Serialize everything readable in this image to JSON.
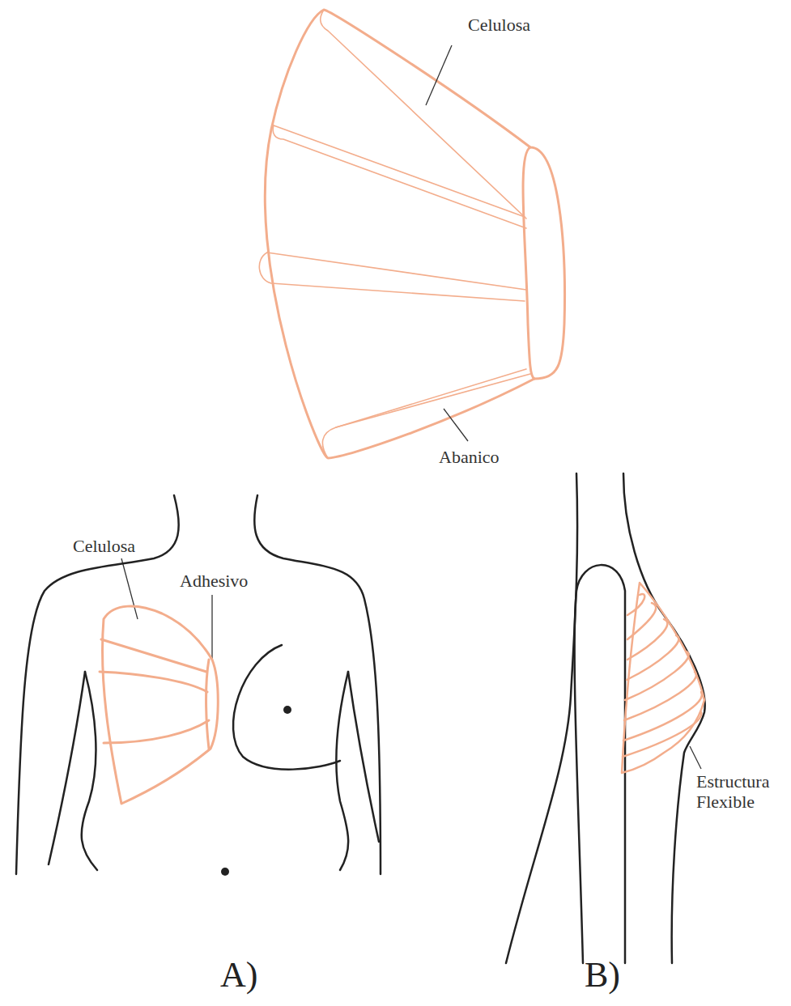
{
  "diagram": {
    "labels": [
      "Celulosa",
      "Abanico",
      "Celulosa",
      "Adhesivo",
      "Estructura Flexible",
      "A)",
      "B)"
    ]
  }
}
